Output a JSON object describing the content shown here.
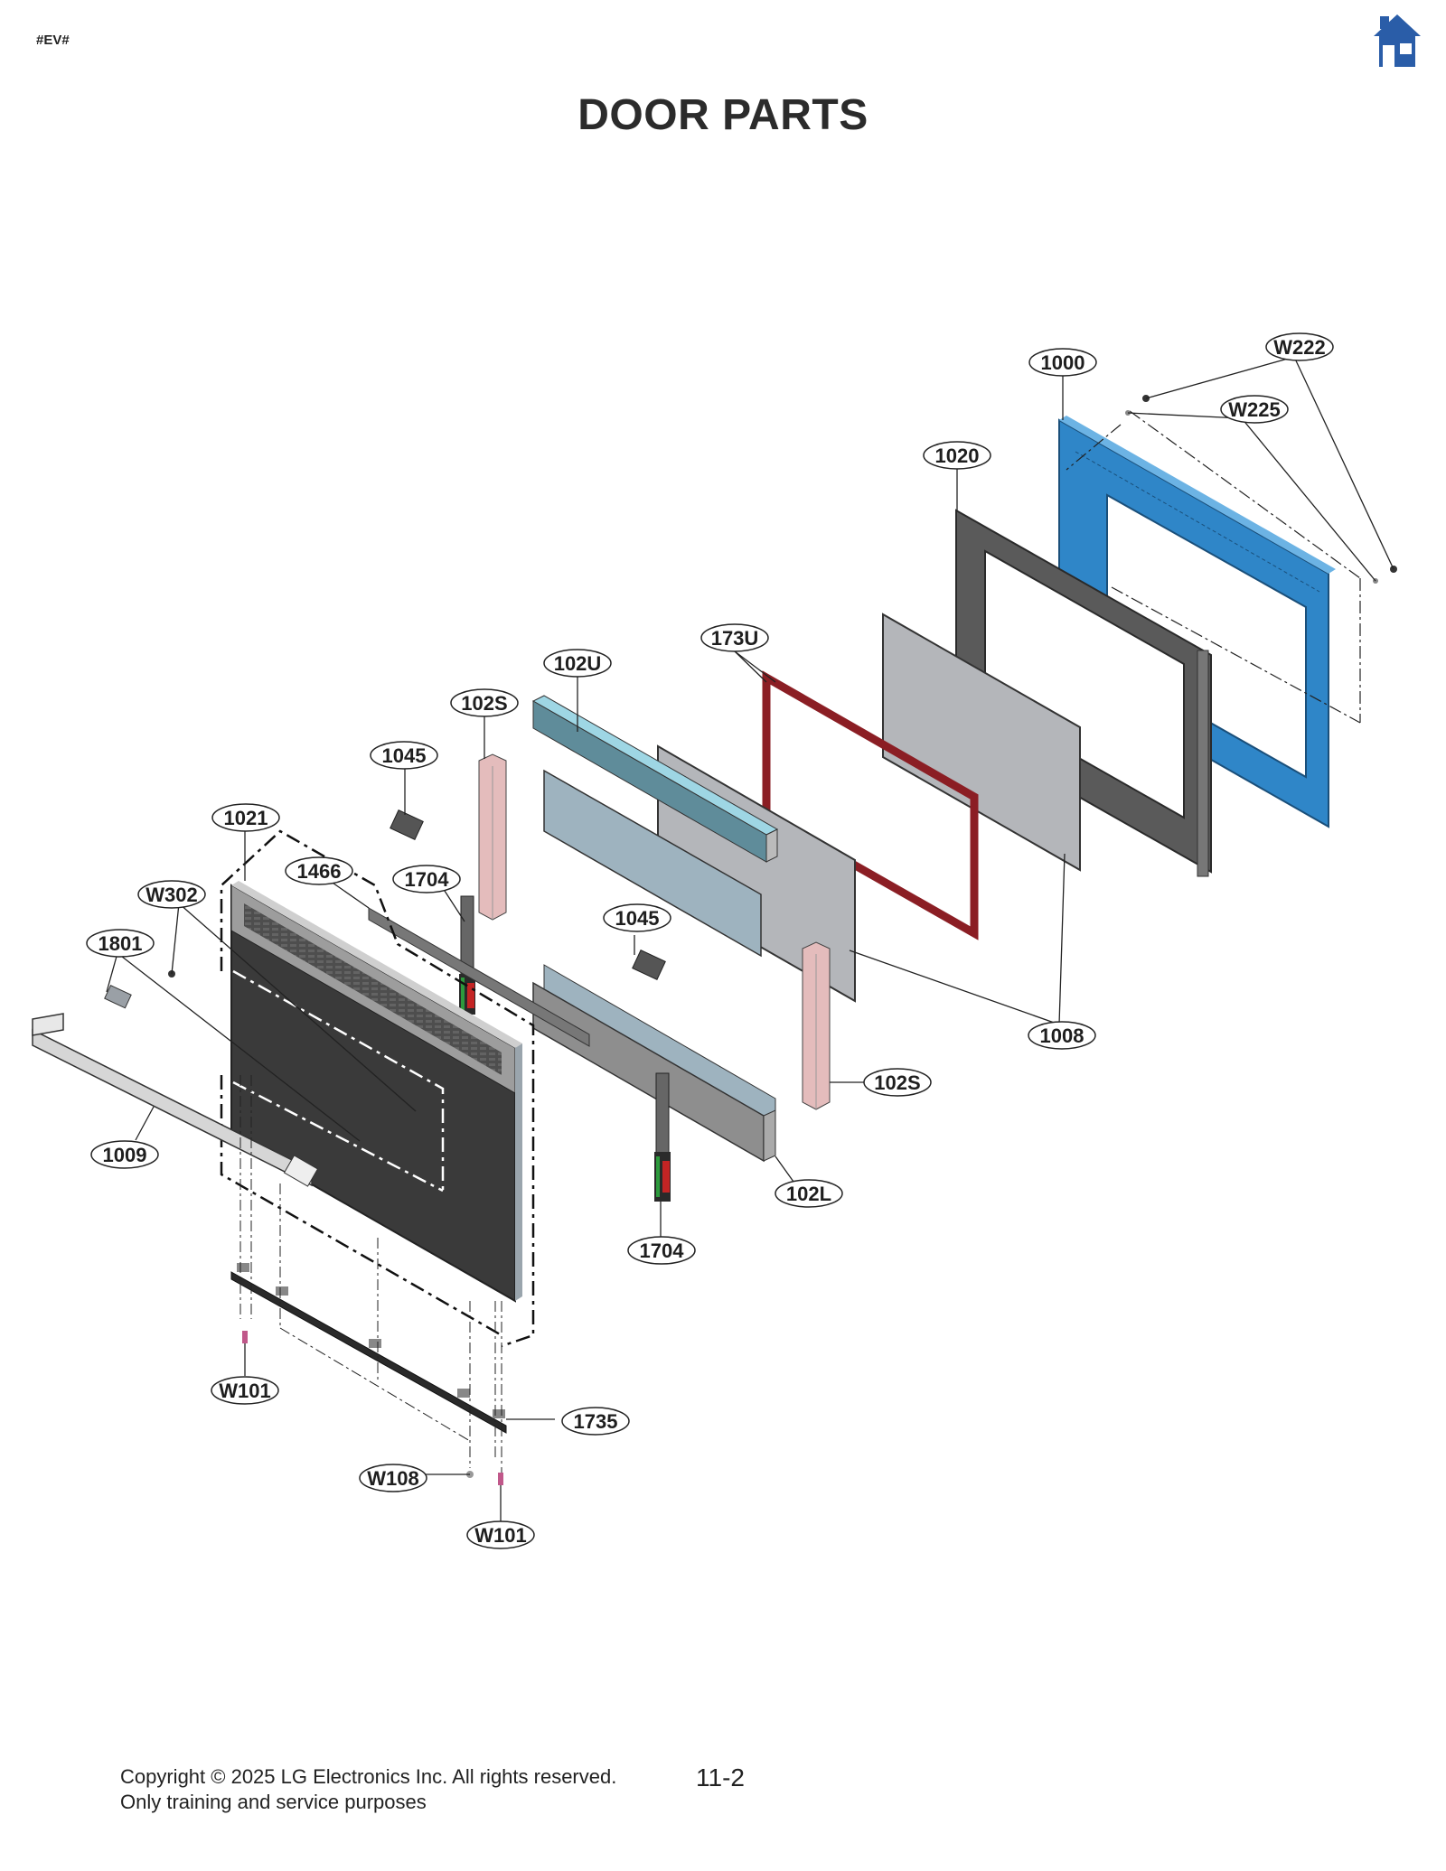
{
  "header": {
    "code_tag": "#EV#",
    "home_icon": "home-icon",
    "home_color": "#2a5da8",
    "title": "DOOR PARTS"
  },
  "callouts": {
    "c1000": "1000",
    "cW222": "W222",
    "cW225": "W225",
    "c1020": "1020",
    "c173U": "173U",
    "c102U": "102U",
    "c102S_top": "102S",
    "c1045_top": "1045",
    "c1021": "1021",
    "c1466": "1466",
    "c1704_top": "1704",
    "cW302": "W302",
    "c1801": "1801",
    "c1045_mid": "1045",
    "c1008": "1008",
    "c102S_bottom": "102S",
    "c1009": "1009",
    "c102L": "102L",
    "c1704_bottom": "1704",
    "cW101_left": "W101",
    "c1735": "1735",
    "cW108": "W108",
    "cW101_right": "W101"
  },
  "part_colors": {
    "outer_door_frame": "#2f86c8",
    "inner_frame": "#5a5a5a",
    "glass_panel": "#b4b6ba",
    "gasket": "#8b1e24",
    "insulation_upper": "#7ec3d6",
    "insulation_side": "#e4bcbc",
    "door_front": "#3a3a3a",
    "insulation_lower": "#8e8e8e"
  },
  "footer": {
    "copyright": "Copyright © 2025 LG Electronics Inc. All rights reserved.",
    "purpose": "Only training and service purposes",
    "page_number": "11-2"
  }
}
